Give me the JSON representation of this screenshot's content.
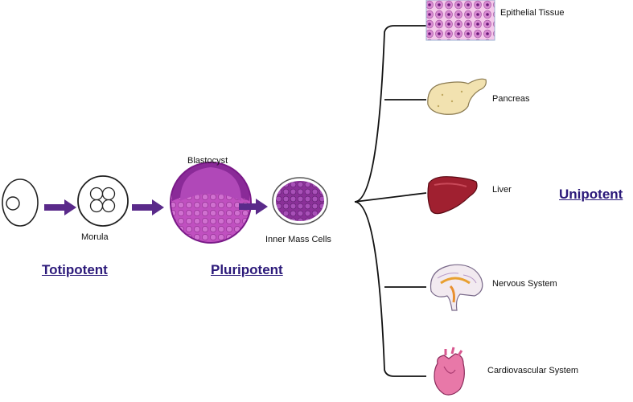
{
  "stages": {
    "morula": "Morula",
    "blastocyst": "Blastocyst",
    "inner_mass": "Inner Mass Cells"
  },
  "potency": {
    "totipotent": "Totipotent",
    "pluripotent": "Pluripotent",
    "unipotent": "Unipotent"
  },
  "targets": {
    "epithelial": "Epithelial Tissue",
    "pancreas": "Pancreas",
    "liver": "Liver",
    "nervous": "Nervous System",
    "cardio": "Cardiovascular System"
  },
  "colors": {
    "arrow": "#5a2a8a",
    "potency_text": "#2c1a7a",
    "blastocyst": "#b040b0",
    "inner_mass": "#9a3aa8",
    "liver": "#a02030",
    "pancreas": "#f2e2b0",
    "heart": "#e878a8"
  }
}
